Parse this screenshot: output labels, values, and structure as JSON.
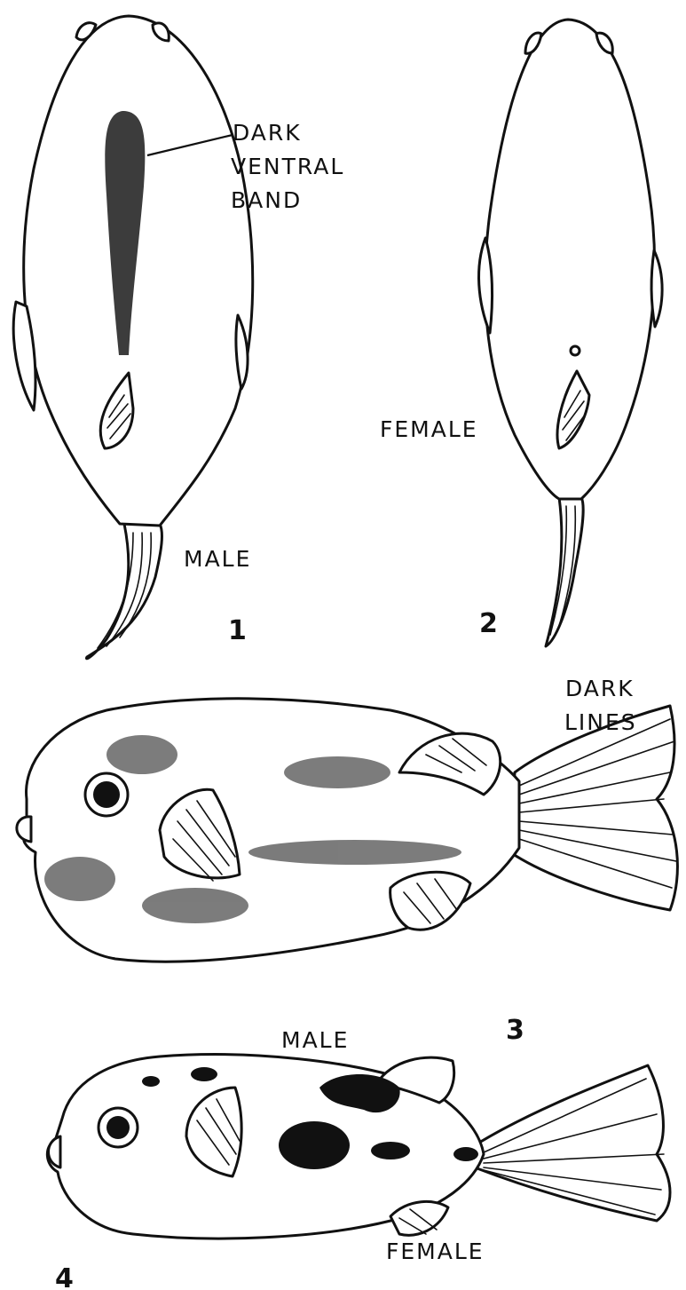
{
  "figures": [
    {
      "number": "1",
      "labels": [
        "MALE"
      ],
      "callout": [
        "DARK",
        "VENTRAL",
        "BAND"
      ],
      "fish": "male-pufferfish-ventral-view"
    },
    {
      "number": "2",
      "labels": [
        "FEMALE"
      ],
      "fish": "female-pufferfish-ventral-view"
    },
    {
      "number": "3",
      "labels": [
        "MALE"
      ],
      "callout": [
        "DARK",
        "LINES"
      ],
      "fish": "male-pufferfish-lateral-view"
    },
    {
      "number": "4",
      "labels": [
        "FEMALE"
      ],
      "fish": "female-pufferfish-lateral-view"
    }
  ]
}
